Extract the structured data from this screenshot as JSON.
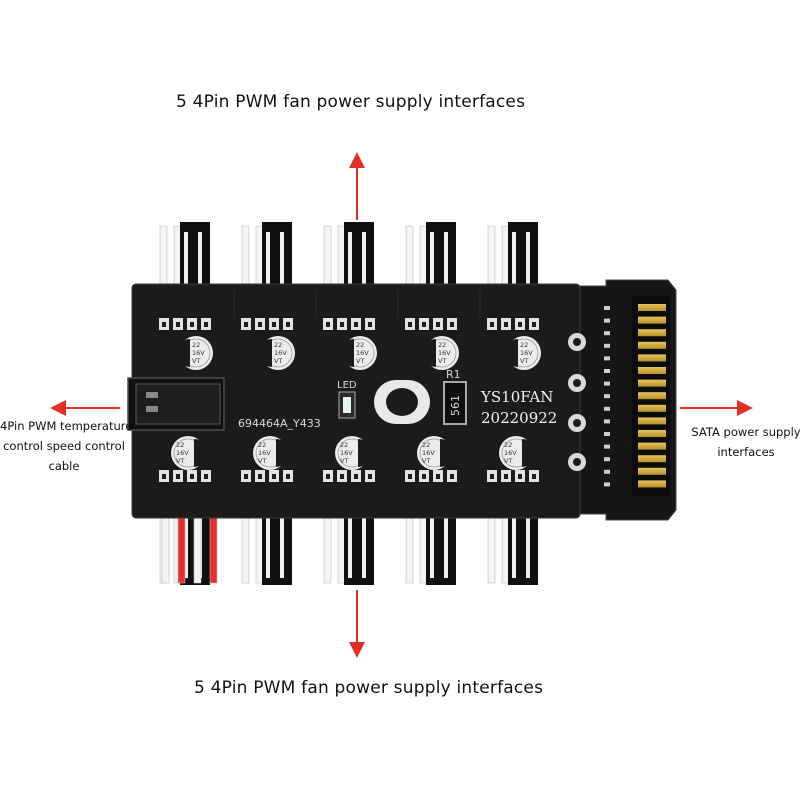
{
  "captions": {
    "top": "5 4Pin PWM fan power supply interfaces",
    "bottom": "5 4Pin PWM fan power supply interfaces"
  },
  "labels": {
    "left_lines": [
      "4Pin PWM temperature",
      "control speed control",
      "cable"
    ],
    "right_lines": [
      "SATA power supply",
      "interfaces"
    ]
  },
  "board": {
    "model": "YS10FAN",
    "date": "20220922",
    "part_no": "694464A_Y433",
    "led": "LED",
    "resistor_ref": "R1",
    "resistor_code": "561",
    "capacitor_top": "22",
    "capacitor_mid": "16V",
    "capacitor_bot": "VT"
  },
  "colors": {
    "board": "#1b1b1b",
    "arrow": "#e0302a",
    "pin_red": "#e8302a",
    "pin_white": "#f4f4f4",
    "housing": "#101010"
  }
}
